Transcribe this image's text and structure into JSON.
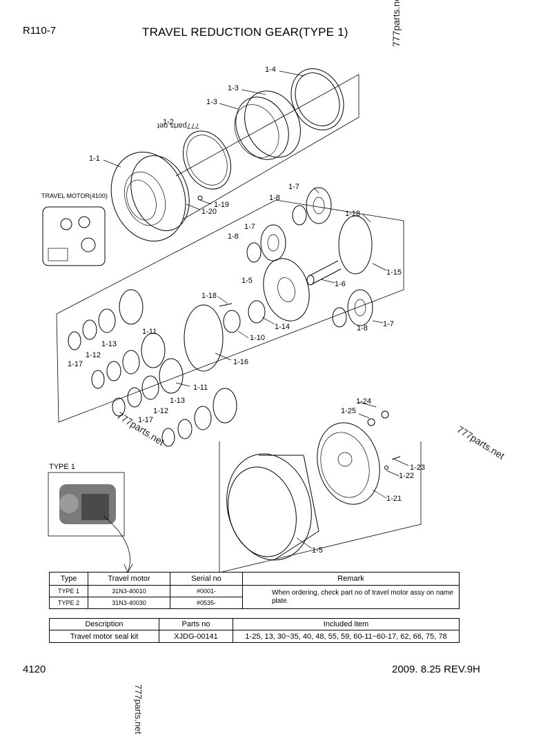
{
  "header": {
    "model": "R110-7",
    "title": "TRAVEL REDUCTION GEAR(TYPE 1)"
  },
  "footer": {
    "page_number": "4120",
    "date_revision": "2009. 8.25  REV.9H"
  },
  "watermarks": [
    "777parts.net",
    "777parts.net",
    "777parts.net",
    "777parts.net",
    "777parts.net"
  ],
  "callouts": {
    "travel_motor": "TRAVEL MOTOR(4100)",
    "type1": "TYPE 1"
  },
  "part_labels": [
    "1-4",
    "1-3",
    "1-3",
    "1-2",
    "1-1",
    "1-19",
    "1-20",
    "1-7",
    "1-8",
    "1-18",
    "1-7",
    "1-8",
    "1-15",
    "1-5",
    "1-6",
    "1-18",
    "1-14",
    "1-10",
    "1-7",
    "1-8",
    "1-11",
    "1-13",
    "1-12",
    "1-17",
    "1-16",
    "1-11",
    "1-13",
    "1-12",
    "1-17",
    "1-24",
    "1-25",
    "1-23",
    "1-22",
    "1-21",
    "1-5"
  ],
  "type_table": {
    "headers": [
      "Type",
      "Travel motor",
      "Serial no",
      "Remark"
    ],
    "rows": [
      [
        "TYPE 1",
        "31N3-40010",
        "#0001-"
      ],
      [
        "TYPE 2",
        "31N3-40030",
        "#0535-"
      ]
    ],
    "remark": "When ordering, check part no of travel motor assy on name plate."
  },
  "kit_table": {
    "headers": [
      "Description",
      "Parts no",
      "Included item"
    ],
    "rows": [
      [
        "Travel motor seal kit",
        "XJDG-00141",
        "1-25, 13, 30~35, 40, 48, 55, 59, 60-11~60-17, 62, 66, 75, 78"
      ]
    ]
  }
}
